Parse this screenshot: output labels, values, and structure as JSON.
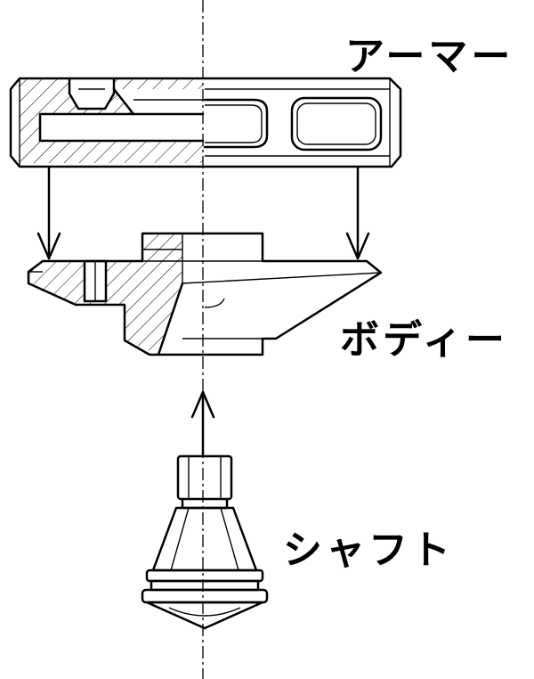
{
  "labels": {
    "armor": "アーマー",
    "body": "ボディー",
    "shaft": "シャフト"
  },
  "colors": {
    "line": "#000000",
    "background": "#ffffff"
  }
}
